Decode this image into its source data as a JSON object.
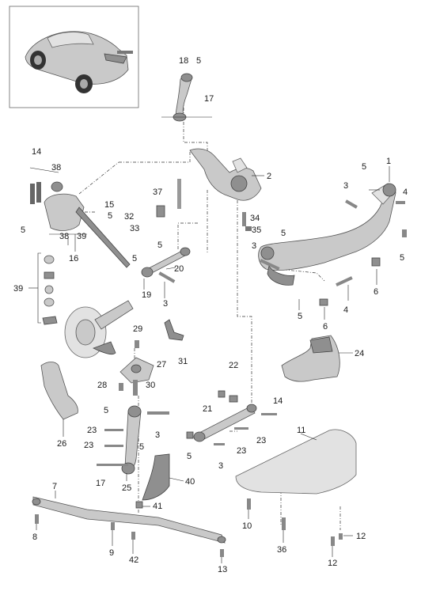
{
  "labels": {
    "l1": "1",
    "l2": "2",
    "l3a": "3",
    "l3b": "3",
    "l3c": "3",
    "l3d": "3",
    "l3e": "3",
    "l4a": "4",
    "l4b": "4",
    "l5a": "5",
    "l5b": "5",
    "l5c": "5",
    "l5d": "5",
    "l5e": "5",
    "l5f": "5",
    "l5g": "5",
    "l5h": "5",
    "l5i": "5",
    "l5j": "5",
    "l5k": "5",
    "l5l": "5",
    "l6a": "6",
    "l6b": "6",
    "l7": "7",
    "l8": "8",
    "l9": "9",
    "l10": "10",
    "l11": "11",
    "l12a": "12",
    "l12b": "12",
    "l13": "13",
    "l14a": "14",
    "l14b": "14",
    "l15": "15",
    "l16": "16",
    "l17a": "17",
    "l17b": "17",
    "l18": "18",
    "l19": "19",
    "l20": "20",
    "l21": "21",
    "l22": "22",
    "l23a": "23",
    "l23b": "23",
    "l23c": "23",
    "l23d": "23",
    "l24": "24",
    "l25": "25",
    "l26": "26",
    "l27": "27",
    "l28": "28",
    "l29": "29",
    "l30": "30",
    "l31": "31",
    "l32": "32",
    "l33": "33",
    "l34": "34",
    "l35": "35",
    "l36": "36",
    "l37": "37",
    "l38a": "38",
    "l38b": "38",
    "l39a": "39",
    "l39b": "39",
    "l40": "40",
    "l41": "41",
    "l42": "42"
  },
  "colors": {
    "part": "#c9c9c9",
    "outline": "#555555",
    "text": "#1a1a1a"
  }
}
